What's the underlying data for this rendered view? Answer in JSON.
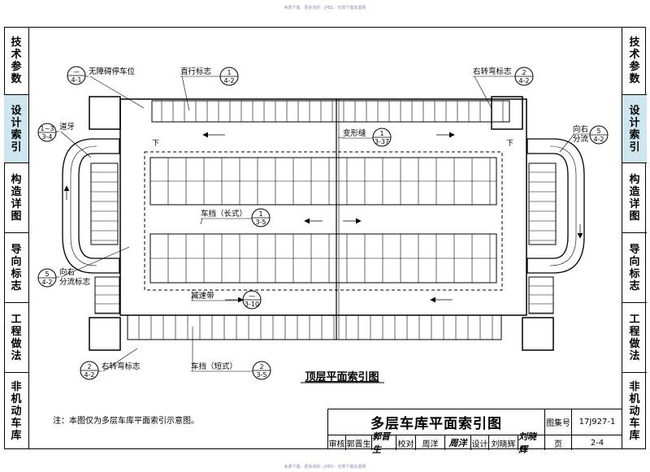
{
  "watermark": "免费下载 · 更多资料 · JPEG · 无限下载资源网",
  "sidebar_left": [
    {
      "label": "技术参数",
      "active": false
    },
    {
      "label": "设计索引",
      "active": true
    },
    {
      "label": "构造详图",
      "active": false
    },
    {
      "label": "导向标志",
      "active": false
    },
    {
      "label": "工程做法",
      "active": false
    },
    {
      "label": "非机动车库",
      "active": false
    }
  ],
  "sidebar_right": [
    {
      "label": "技术参数",
      "active": false
    },
    {
      "label": "设计索引",
      "active": true
    },
    {
      "label": "构造详图",
      "active": false
    },
    {
      "label": "导向标志",
      "active": false
    },
    {
      "label": "工程做法",
      "active": false
    },
    {
      "label": "非机动车库",
      "active": false
    }
  ],
  "callouts": {
    "accessible_parking": {
      "top": "—",
      "bottom": "4-1",
      "label": "无障碍停车位"
    },
    "straight_sign": {
      "top": "1",
      "bottom": "4-2",
      "label": "直行标志"
    },
    "right_turn_top": {
      "top": "2",
      "bottom": "4-2",
      "label": "右转弯标志"
    },
    "curb": {
      "top": "1~3",
      "bottom": "3-4",
      "label": "道牙"
    },
    "expansion_joint": {
      "top": "1",
      "bottom": "3-37",
      "label": "变形缝"
    },
    "right_divert_right": {
      "top": "5",
      "bottom": "4-2",
      "label": "向右",
      "label2": "分流"
    },
    "wheel_stop_long": {
      "top": "1",
      "bottom": "3-5",
      "label": "车挡（长式）"
    },
    "right_divert_left": {
      "top": "5",
      "bottom": "4-2",
      "label": "向右",
      "label2": "分流标志"
    },
    "speed_bump": {
      "top": "—",
      "bottom": "3-10",
      "label": "减速带"
    },
    "right_turn_bottom": {
      "top": "2",
      "bottom": "4-2",
      "label": "右转弯标志"
    },
    "wheel_stop_short": {
      "top": "2",
      "bottom": "3-5",
      "label": "车挡（短式）"
    }
  },
  "down_marks": [
    "下",
    "下"
  ],
  "plan_caption": "顶层平面索引图",
  "note": "注：本图仅为多层车库平面索引示意图。",
  "title_block": {
    "title": "多层车库平面索引图",
    "atlas_label": "图集号",
    "atlas_no": "17J927-1",
    "review_label": "审核",
    "reviewer": "郭晋生",
    "reviewer_sig": "郭晋生",
    "check_label": "校对",
    "checker": "周洋",
    "checker_sig": "周洋",
    "design_label": "设计",
    "designer": "刘晓辉",
    "designer_sig": "刘晓辉",
    "page_label": "页",
    "page_no": "2-4"
  }
}
